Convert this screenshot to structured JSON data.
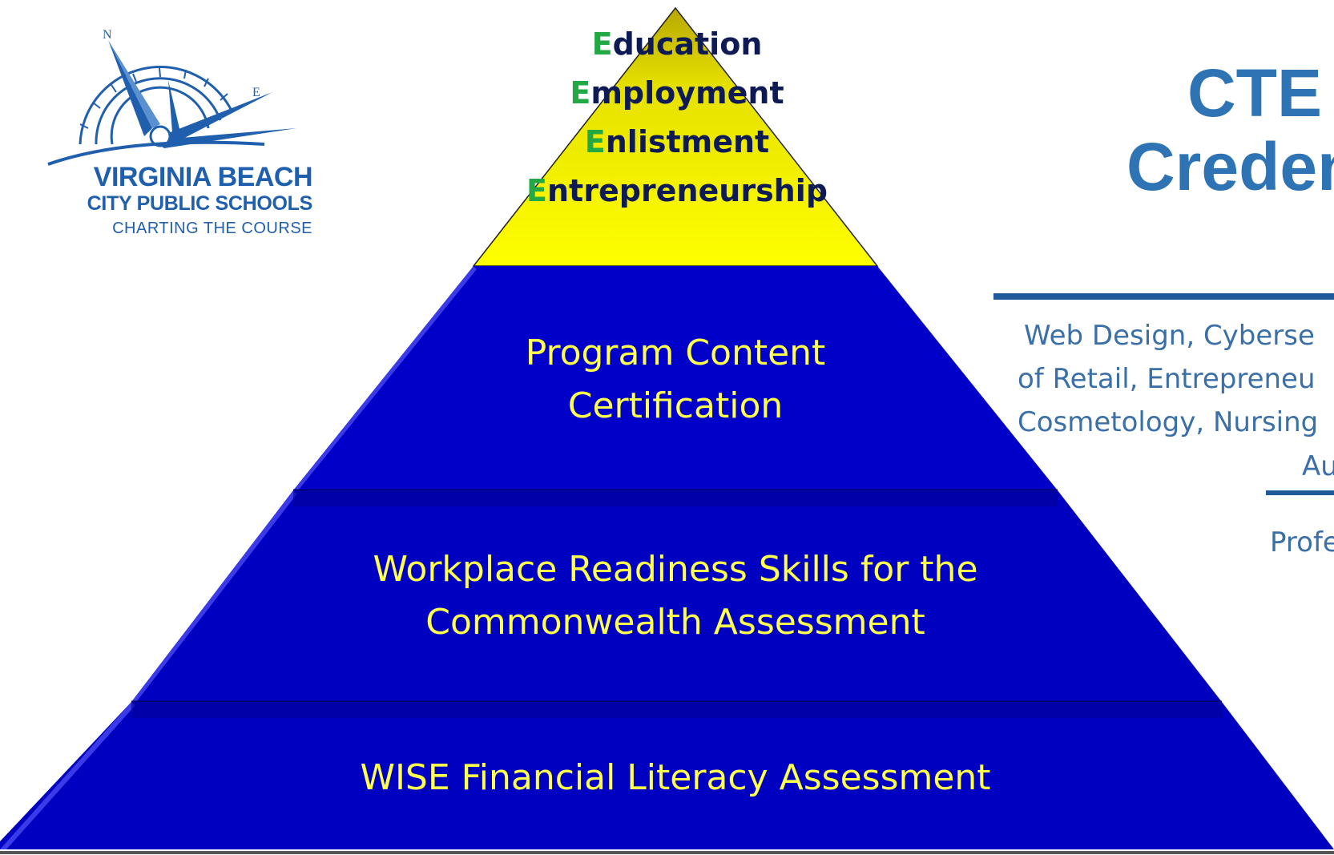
{
  "logo": {
    "compass_letters": [
      "N",
      "E"
    ],
    "line1": "VIRGINIA BEACH",
    "line2": "CITY PUBLIC SCHOOLS",
    "line3": "CHARTING THE COURSE",
    "color": "#1f5fae"
  },
  "pyramid": {
    "top_items": [
      {
        "initial": "E",
        "rest": "ducation"
      },
      {
        "initial": "E",
        "rest": "mployment"
      },
      {
        "initial": "E",
        "rest": "nlistment"
      },
      {
        "initial": "E",
        "rest": "ntrepreneurship"
      }
    ],
    "layers": [
      {
        "lines": [
          "Program Content",
          "Certification"
        ]
      },
      {
        "lines": [
          "Workplace Readiness Skills for the",
          "Commonwealth Assessment"
        ]
      },
      {
        "lines": [
          "WISE Financial Literacy Assessment"
        ]
      }
    ],
    "colors": {
      "top_fill": "#ffff00",
      "layer_fill": "#0000c8",
      "layer_label": "#ffff4d",
      "top_text": "#0d1a55",
      "top_initial": "#22a845"
    }
  },
  "title": {
    "line1": "CTE S",
    "line2": "Creden",
    "color": "#2e74b5"
  },
  "description": {
    "lines": [
      "Web Design, Cyberse",
      "of Retail, Entrepreneu",
      "Cosmetology, Nursing"
    ],
    "line4": "Au",
    "professional": "Profe"
  }
}
